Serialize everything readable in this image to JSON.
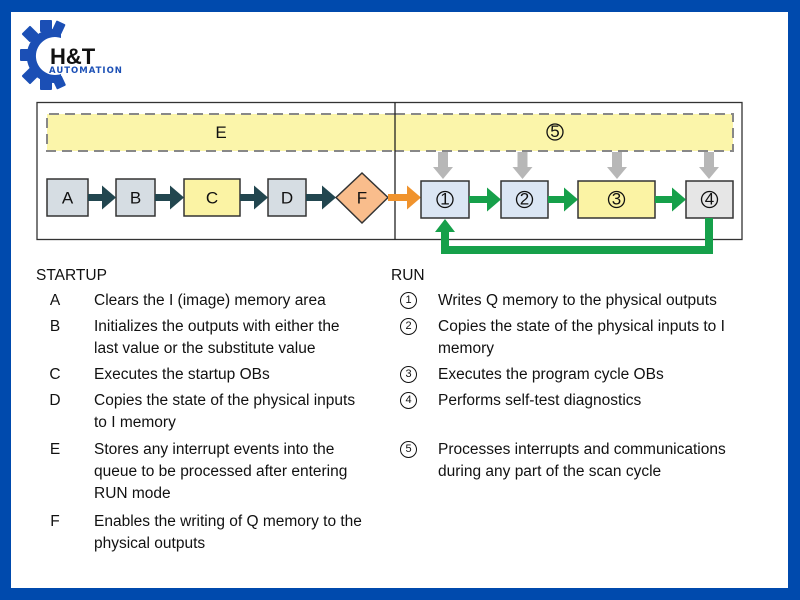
{
  "brand": {
    "line1": "H&T",
    "line2": "AUTOMATION",
    "frame_color": "#004aad",
    "gear_color": "#1b4fb5"
  },
  "diagram": {
    "startup_band_label": "E",
    "run_band_label": "5",
    "startup_steps": [
      {
        "label": "A",
        "fill": "#d6dde3",
        "shape": "box"
      },
      {
        "label": "B",
        "fill": "#d6dde3",
        "shape": "box"
      },
      {
        "label": "C",
        "fill": "#fbf3a4",
        "shape": "box"
      },
      {
        "label": "D",
        "fill": "#d6dde3",
        "shape": "box"
      },
      {
        "label": "F",
        "fill": "#f9bd8c",
        "shape": "diamond"
      }
    ],
    "run_steps": [
      {
        "label": "1",
        "fill": "#dbe6f4"
      },
      {
        "label": "2",
        "fill": "#dbe6f4"
      },
      {
        "label": "3",
        "fill": "#fbf3a4"
      },
      {
        "label": "4",
        "fill": "#e6e6e6"
      }
    ],
    "colors": {
      "band_fill": "#fbf5aa",
      "startup_arrow": "#22464f",
      "transition_arrow": "#f0932d",
      "run_arrow": "#16a04a",
      "interrupt_arrow": "#b7b7b7"
    }
  },
  "legend": {
    "startup": {
      "title": "STARTUP",
      "items": [
        {
          "key": "A",
          "lines": [
            "Clears the I (image) memory area"
          ]
        },
        {
          "key": "B",
          "lines": [
            "Initializes the outputs with either the",
            "last value or the substitute value"
          ]
        },
        {
          "key": "C",
          "lines": [
            "Executes the startup OBs"
          ]
        },
        {
          "key": "D",
          "lines": [
            "Copies the state of the physical inputs",
            "to I memory"
          ]
        },
        {
          "key": "E",
          "lines": [
            "Stores any interrupt events into the",
            "queue to be processed after entering",
            "RUN mode"
          ]
        },
        {
          "key": "F",
          "lines": [
            "Enables the writing of Q memory to the",
            "physical outputs"
          ]
        }
      ]
    },
    "run": {
      "title": "RUN",
      "items": [
        {
          "key": "1",
          "lines": [
            "Writes Q memory to the physical outputs"
          ]
        },
        {
          "key": "2",
          "lines": [
            "Copies the state of the physical inputs to I",
            "memory"
          ]
        },
        {
          "key": "3",
          "lines": [
            "Executes the program cycle OBs"
          ]
        },
        {
          "key": "4",
          "lines": [
            "Performs self-test diagnostics"
          ]
        },
        {
          "key": "5",
          "lines": [
            "Processes interrupts and communications",
            "during any part of the scan cycle"
          ]
        }
      ]
    }
  }
}
